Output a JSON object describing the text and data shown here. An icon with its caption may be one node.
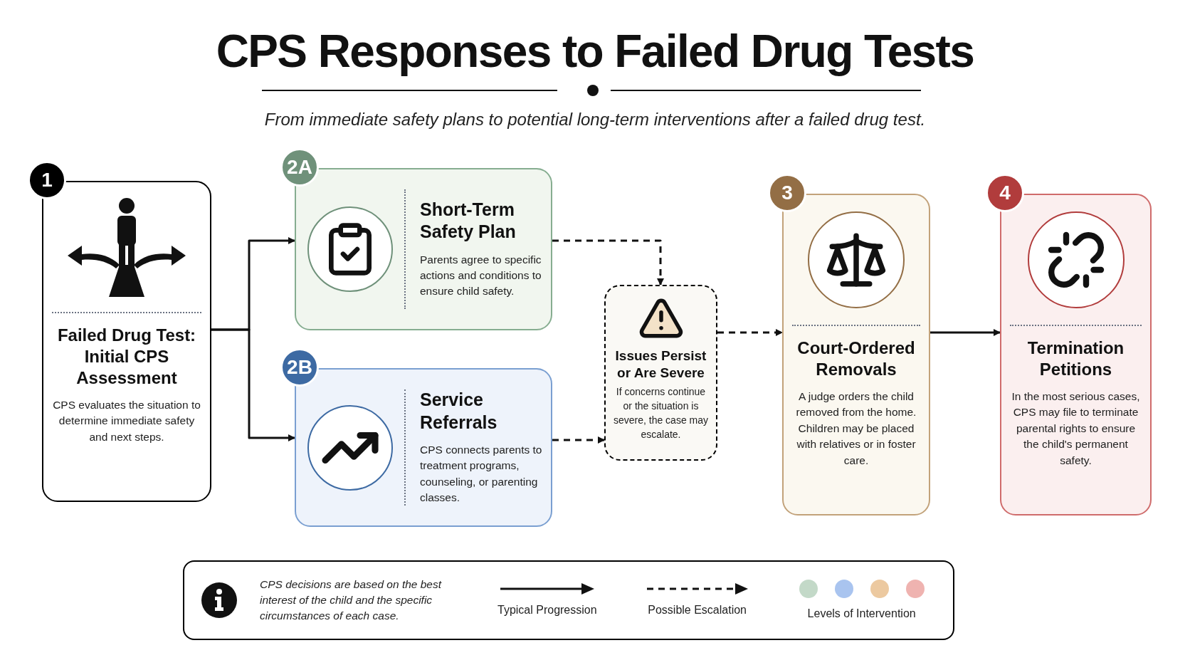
{
  "diagram": {
    "title": "CPS Responses to Failed Drug Tests",
    "nodes": [
      {
        "text": [
          "1",
          "Failed Drug Test: Initial CPS Assessment",
          "CPS evaluates the situation to determine immediate safety and next steps."
        ]
      },
      {
        "text": [
          "2A",
          "Short-Term Safety Plan",
          "Parents agree to specific actions and conditions to ensure child safety."
        ]
      },
      {
        "text": [
          "2B",
          "Service Referrals",
          "CPS connects parents to treatment programs, counseling, or parenting classes."
        ]
      },
      {
        "text": [
          "Issues Persist or Are Severe",
          "If concerns continue or the situation is severe, the case may escalate."
        ]
      },
      {
        "text": [
          "3",
          "Court-Ordered Removals",
          "A judge orders the child removed from the home. Children may be placed with relatives or in foster care."
        ]
      },
      {
        "text": [
          "4",
          "Termination Petitions",
          "In the most serious cases, CPS may file to terminate parental rights to ensure the child's permanent safety."
        ]
      }
    ],
    "edges": [
      {
        "from": 0,
        "to": 1,
        "arrow": "to"
      },
      {
        "from": 0,
        "to": 2,
        "arrow": "to"
      },
      {
        "from": 1,
        "to": 3,
        "arrow": "to",
        "style": "dashed"
      },
      {
        "from": 2,
        "to": 3,
        "arrow": "to",
        "style": "dashed"
      },
      {
        "from": 3,
        "to": 4,
        "arrow": "to",
        "style": "dashed"
      },
      {
        "from": 4,
        "to": 5,
        "arrow": "to"
      }
    ],
    "labels": [
      "From immediate safety plans to potential long-term interventions after a failed drug test.",
      "CPS decisions are based on the best interest of the child and the specific circumstances of each case."
    ],
    "legend": [
      {
        "text": "Typical Progression"
      },
      {
        "text": "Possible Escalation"
      },
      {
        "text": "Levels of Intervention"
      }
    ]
  }
}
